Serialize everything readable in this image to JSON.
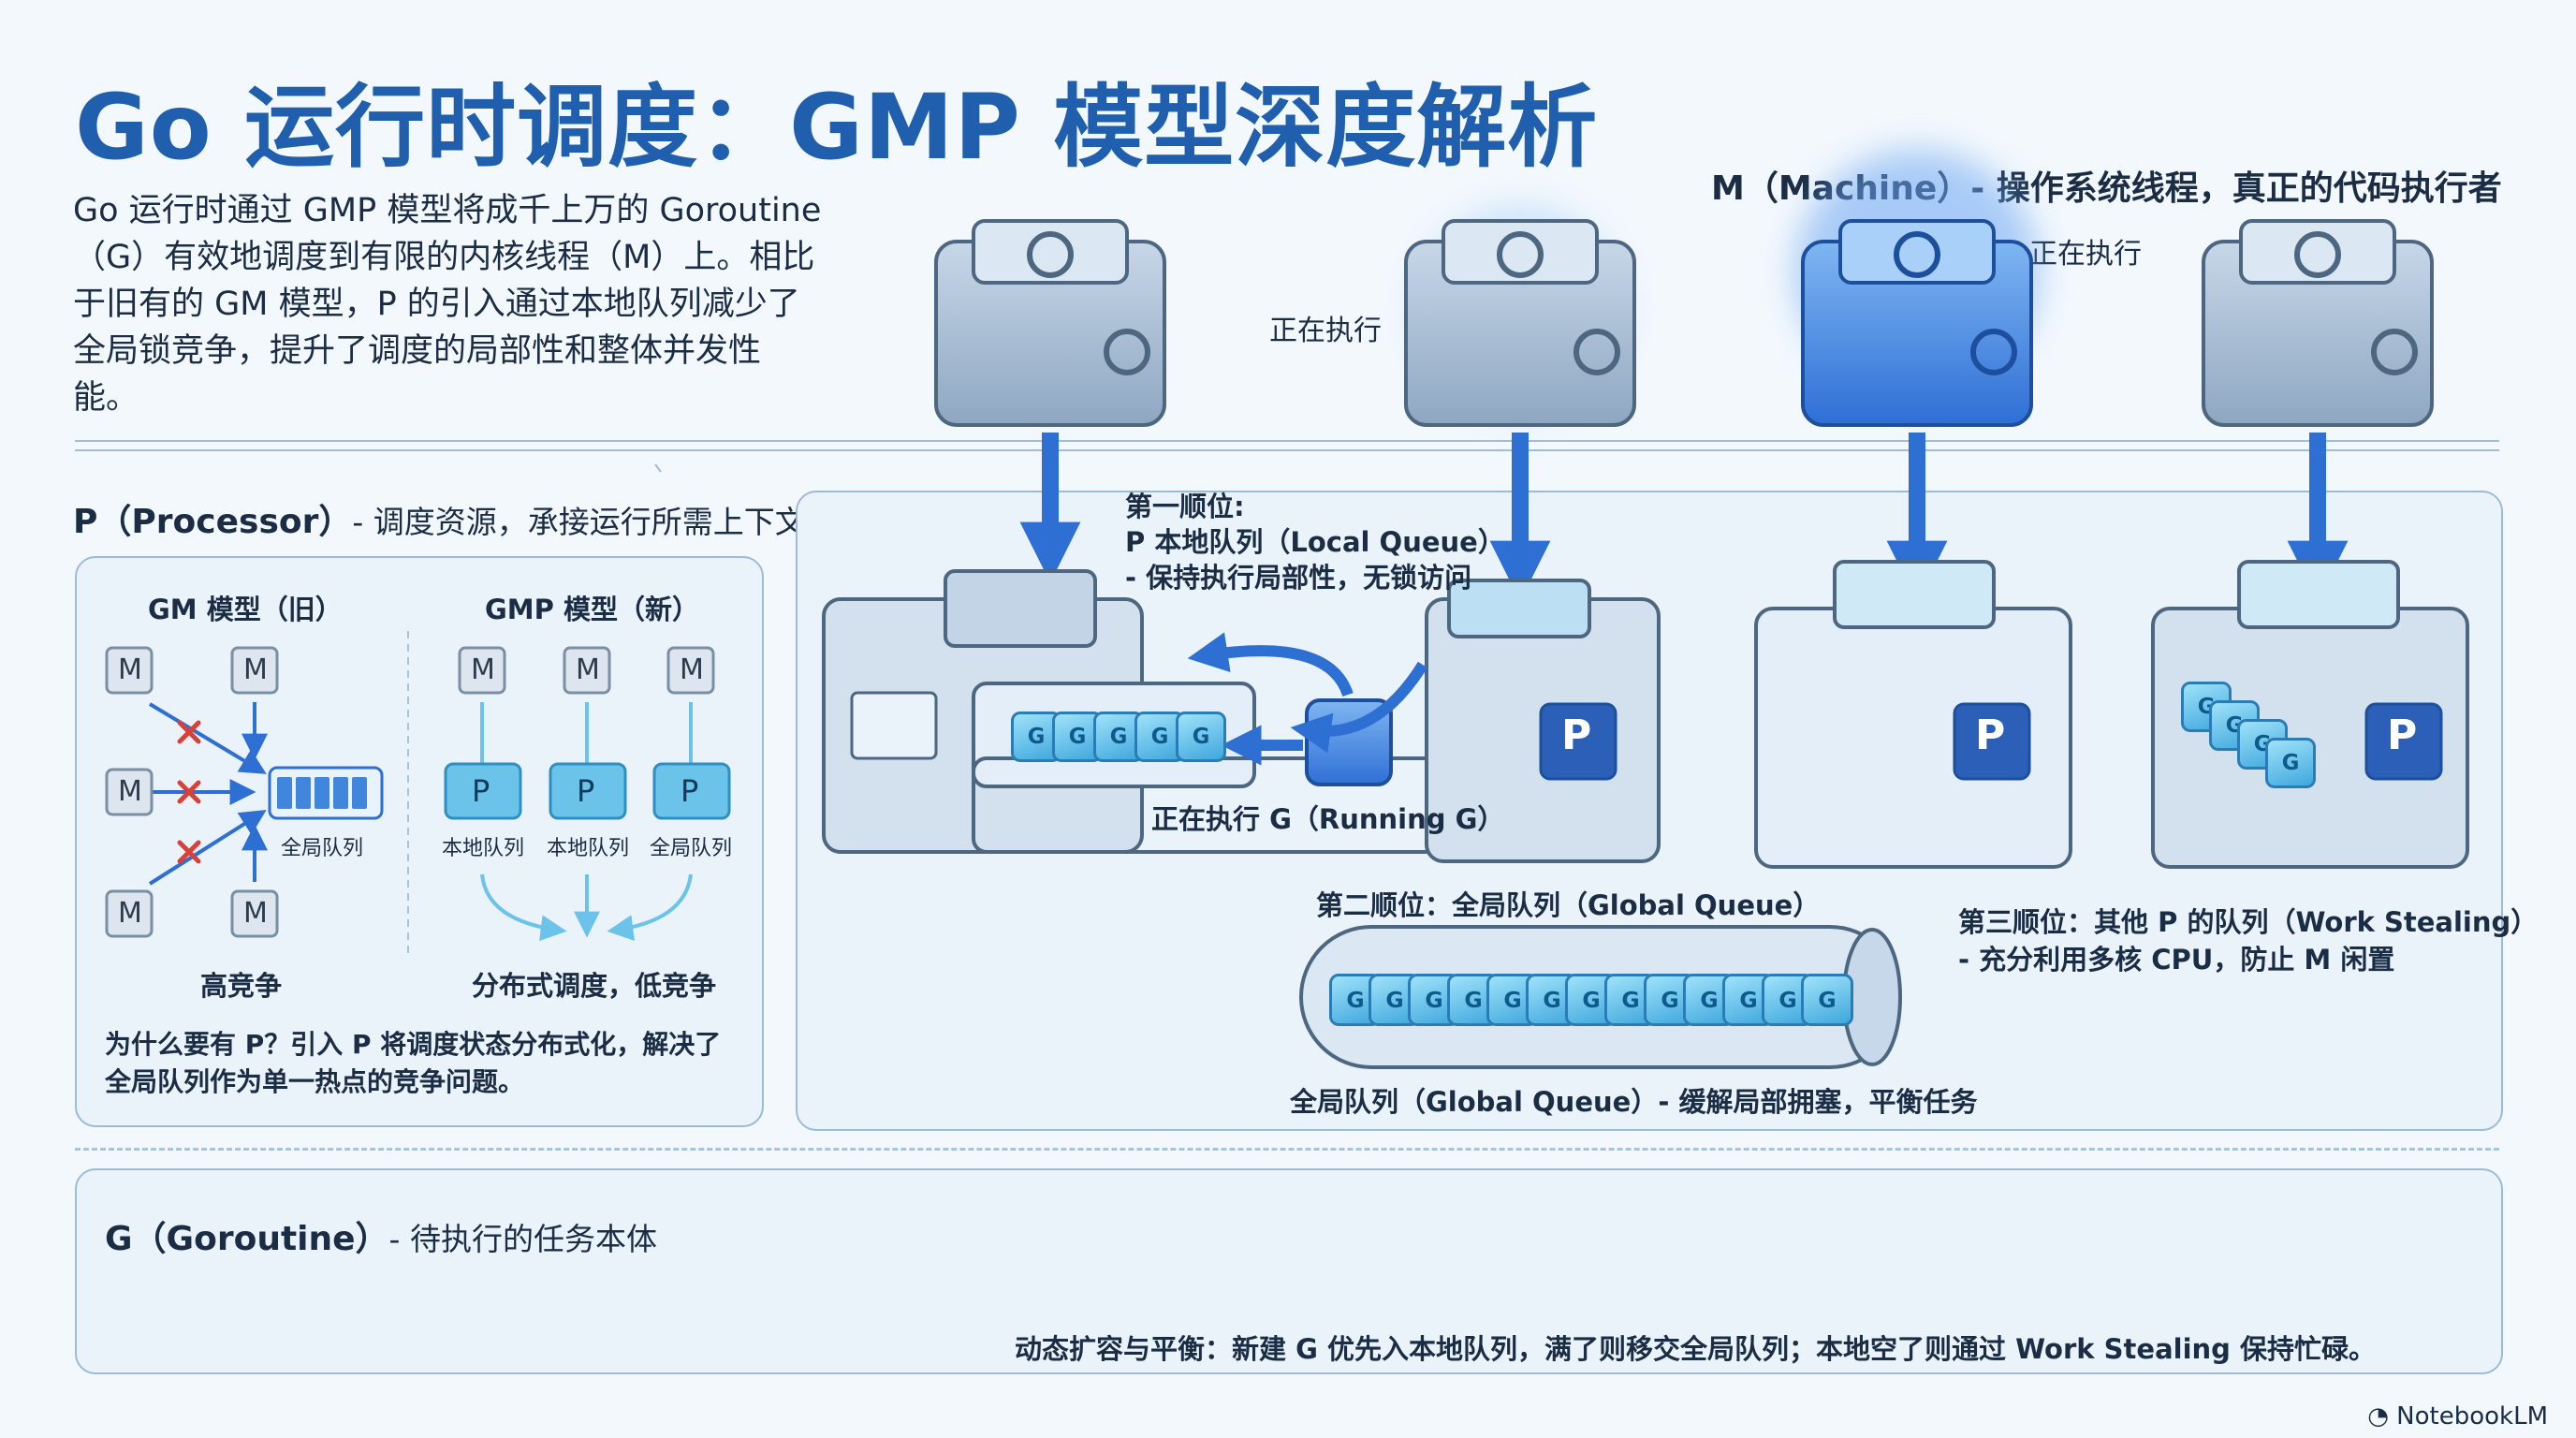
{
  "title": "Go 运行时调度：GMP 模型深度解析",
  "intro": "Go 运行时通过 GMP 模型将成千上万的 Goroutine（G）有效地调度到有限的内核线程（M）上。相比于旧有的 GM 模型，P 的引入通过本地队列减少了全局锁竞争，提升了调度的局部性和整体并发性能。",
  "m_section": {
    "heading": "M（Machine）- 操作系统线程，真正的代码执行者",
    "running_label_1": "正在执行",
    "running_label_2": "正在执行"
  },
  "p_section": {
    "heading_main": "P（Processor）",
    "heading_sub": "- 调度资源，承接运行所需上下文",
    "gm_title": "GM 模型（旧）",
    "gmp_title": "GMP 模型（新）",
    "m_label": "M",
    "p_label": "P",
    "global_queue_label": "全局队列",
    "local_queue_label": "本地队列",
    "high_contention": "高竞争",
    "distributed": "分布式调度，低竞争",
    "why_p": "为什么要有 P？引入 P 将调度状态分布式化，解决了全局队列作为单一热点的竞争问题。"
  },
  "scheduler": {
    "first_title": "第一顺位:",
    "first_line1": "P 本地队列（Local Queue）",
    "first_line2": "- 保持执行局部性，无锁访问",
    "running_g": "正在执行 G（Running G）",
    "second": "第二顺位：全局队列（Global Queue）",
    "third_line1": "第三顺位：其他 P 的队列（Work Stealing）",
    "third_line2": "- 充分利用多核 CPU，防止 M 闲置",
    "global_caption": "全局队列（Global Queue）- 缓解局部拥塞，平衡任务",
    "p_box_label": "P",
    "g_label": "G"
  },
  "g_section": {
    "heading_main": "G（Goroutine）",
    "heading_sub": "- 待执行的任务本体",
    "caption": "动态扩容与平衡：新建 G 优先入本地队列，满了则移交全局队列；本地空了则通过 Work Stealing 保持忙碌。"
  },
  "logo": "NotebookLM",
  "colors": {
    "title": "#1f5fae",
    "accent_blue": "#2e6fd3",
    "light_blue": "#6cc3ea",
    "cross_red": "#d8413a"
  }
}
